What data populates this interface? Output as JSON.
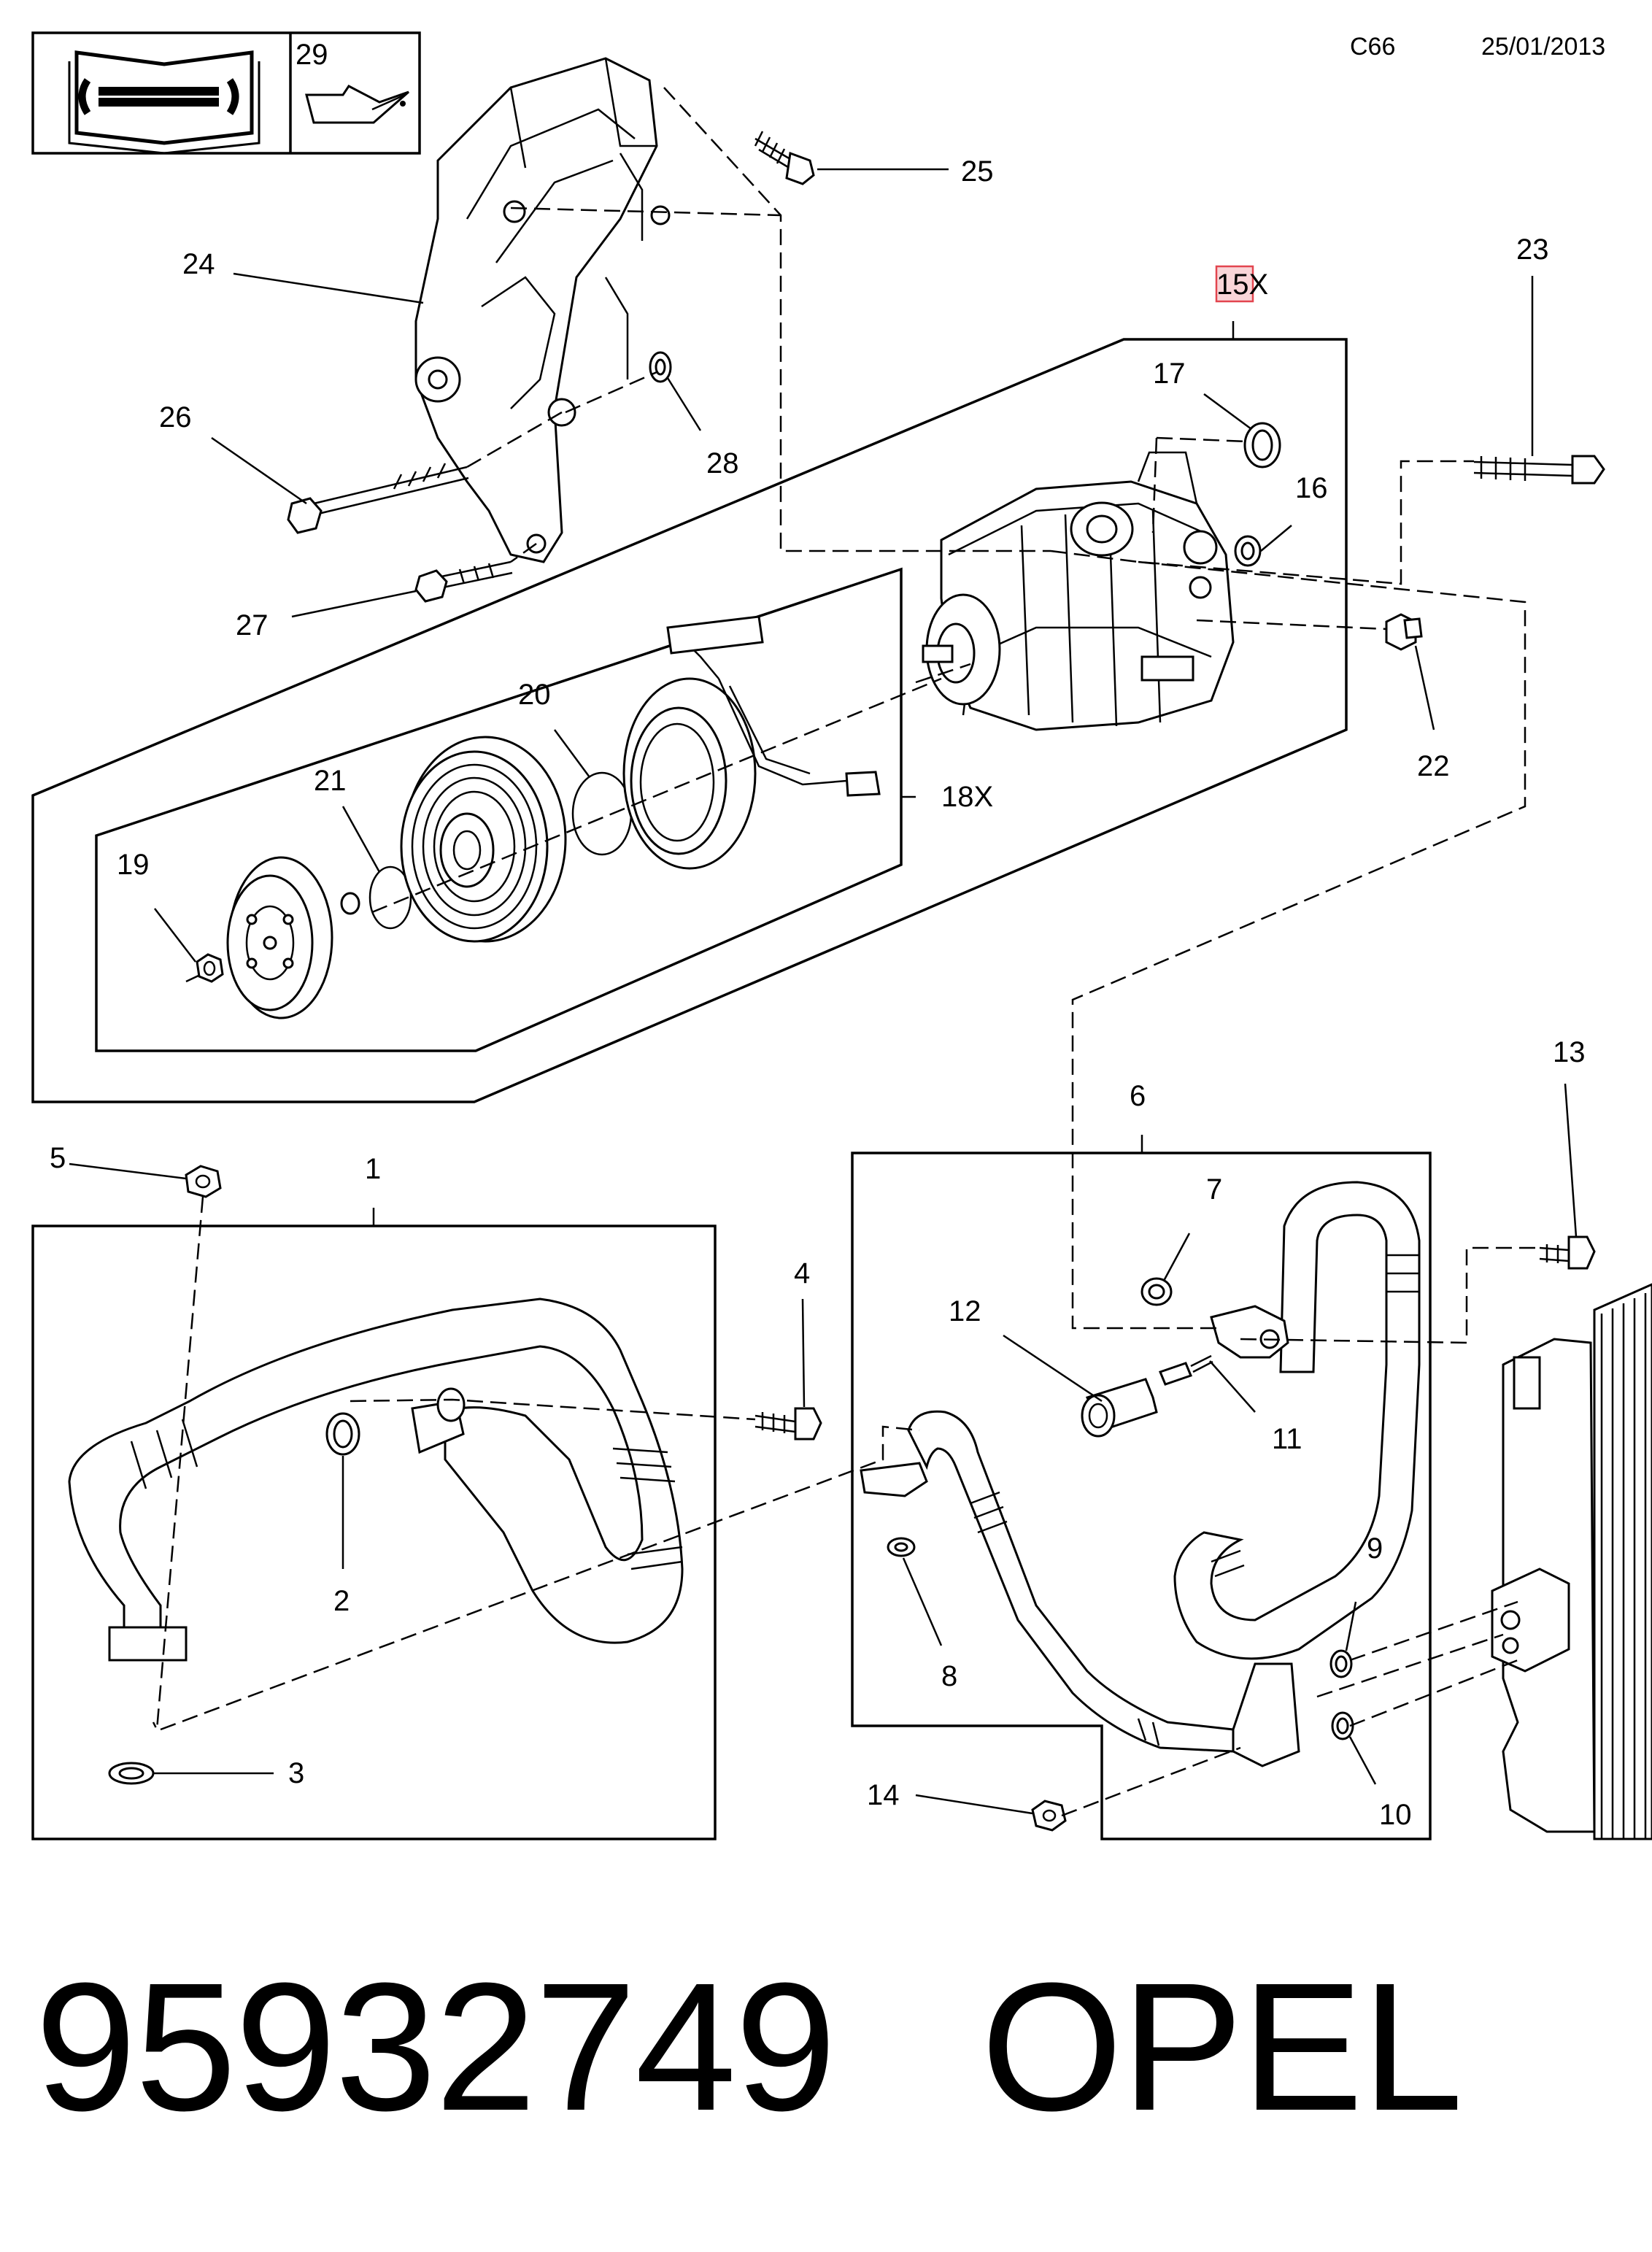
{
  "header": {
    "code": "C66",
    "date": "25/01/2013",
    "info_box_number": "29"
  },
  "icons": [
    "manual-book-wrench-icon",
    "oil-can-icon"
  ],
  "callouts": {
    "c1": "1",
    "c2": "2",
    "c3": "3",
    "c4": "4",
    "c5": "5",
    "c6": "6",
    "c7": "7",
    "c8": "8",
    "c9": "9",
    "c10": "10",
    "c11": "11",
    "c12": "12",
    "c13": "13",
    "c14": "14",
    "c15": "15X",
    "c16": "16",
    "c17": "17",
    "c18": "18X",
    "c19": "19",
    "c20": "20",
    "c21": "21",
    "c22": "22",
    "c23": "23",
    "c24": "24",
    "c25": "25",
    "c26": "26",
    "c27": "27",
    "c28": "28"
  },
  "footer": {
    "part_number": "95932749",
    "brand": "OPEL"
  },
  "colors": {
    "line": "#000000",
    "highlight": "#e2454f"
  }
}
